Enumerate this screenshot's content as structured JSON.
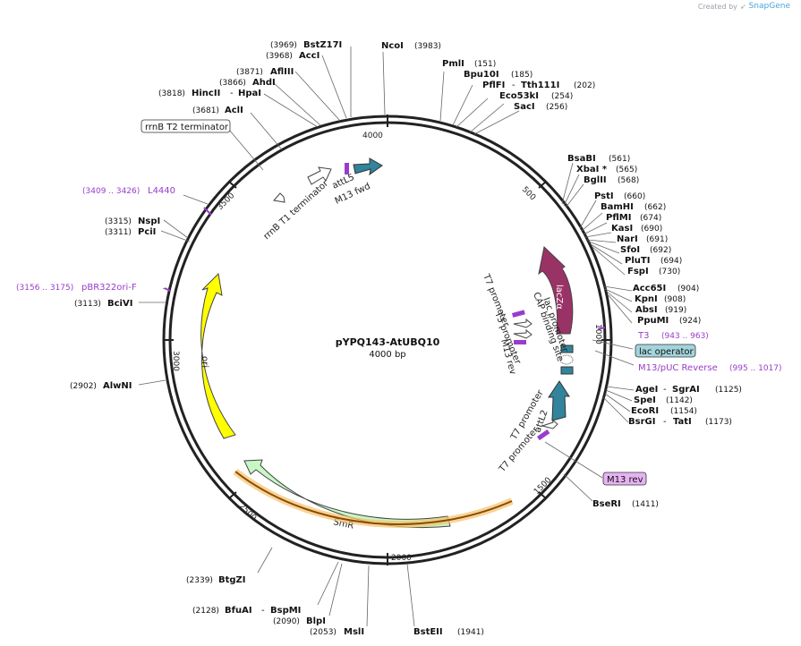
{
  "header": {
    "credit_prefix": "Created by",
    "credit_brand": "SnapGene"
  },
  "plasmid": {
    "name": "pYPQ143-AtUBQ10",
    "length_label": "4000 bp",
    "length": 4000
  },
  "ticks": [
    "500",
    "1000",
    "1500",
    "2000",
    "2500",
    "3000",
    "3500",
    "4000"
  ],
  "sites": [
    {
      "name": "NcoI",
      "pos": "(3983)"
    },
    {
      "name": "PmlI",
      "pos": "(151)"
    },
    {
      "name": "Bpu10I",
      "pos": "(185)"
    },
    {
      "name": "PflFI",
      "extra": "Tth111I",
      "pos": "(202)"
    },
    {
      "name": "Eco53kI",
      "pos": "(254)"
    },
    {
      "name": "SacI",
      "pos": "(256)"
    },
    {
      "name": "BsaBI",
      "pos": "(561)"
    },
    {
      "name": "XbaI *",
      "pos": "(565)"
    },
    {
      "name": "BglII",
      "pos": "(568)"
    },
    {
      "name": "PstI",
      "pos": "(660)"
    },
    {
      "name": "BamHI",
      "pos": "(662)"
    },
    {
      "name": "PflMI",
      "pos": "(674)"
    },
    {
      "name": "KasI",
      "pos": "(690)"
    },
    {
      "name": "NarI",
      "pos": "(691)"
    },
    {
      "name": "SfoI",
      "pos": "(692)"
    },
    {
      "name": "PluTI",
      "pos": "(694)"
    },
    {
      "name": "FspI",
      "pos": "(730)"
    },
    {
      "name": "Acc65I",
      "pos": "(904)"
    },
    {
      "name": "KpnI",
      "pos": "(908)"
    },
    {
      "name": "AbsI",
      "pos": "(919)"
    },
    {
      "name": "PpuMI",
      "pos": "(924)"
    },
    {
      "name": "AgeI",
      "extra": "SgrAI",
      "pos": "(1125)"
    },
    {
      "name": "SpeI",
      "pos": "(1142)"
    },
    {
      "name": "EcoRI",
      "pos": "(1154)"
    },
    {
      "name": "BsrGI",
      "extra": "TatI",
      "pos": "(1173)"
    },
    {
      "name": "BseRI",
      "pos": "(1411)"
    },
    {
      "name": "BstEII",
      "pos": "(1941)"
    },
    {
      "name": "MslI",
      "pos": "(2053)"
    },
    {
      "name": "BlpI",
      "pos": "(2090)"
    },
    {
      "name": "BfuAI",
      "extra": "BspMI",
      "pos": "(2128)"
    },
    {
      "name": "BtgZI",
      "pos": "(2339)"
    },
    {
      "name": "AlwNI",
      "pos": "(2902)"
    },
    {
      "name": "BciVI",
      "pos": "(3113)"
    },
    {
      "name": "PciI",
      "pos": "(3311)"
    },
    {
      "name": "NspI",
      "pos": "(3315)"
    },
    {
      "name": "AclI",
      "pos": "(3681)"
    },
    {
      "name": "HincII",
      "extra": "HpaI",
      "pos": "(3818)"
    },
    {
      "name": "AhdI",
      "pos": "(3866)"
    },
    {
      "name": "AflIII",
      "pos": "(3871)"
    },
    {
      "name": "AccI",
      "pos": "(3968)"
    },
    {
      "name": "BstZ17I",
      "pos": "(3969)"
    }
  ],
  "primers": [
    {
      "name": "L4440",
      "range": "(3409 .. 3426)"
    },
    {
      "name": "pBR322ori-F",
      "range": "(3156 .. 3175)"
    },
    {
      "name": "T3",
      "range": "(943 .. 963)"
    },
    {
      "name": "M13/pUC Reverse",
      "range": "(995 .. 1017)"
    }
  ],
  "boxed_labels": {
    "rrnb_t2": "rrnB T2 terminator",
    "lac_operator": "lac operator",
    "m13_rev": "M13 rev"
  },
  "features": {
    "ori": "ori",
    "smr": "SmR",
    "lacz": "lacZα",
    "attl5": "attL5",
    "m13fwd": "M13 fwd",
    "rrnb_t1": "rrnB T1 terminator",
    "t7_promoter": "T7 promoter",
    "t3_promoter": "T3 promoter",
    "m13rev": "M13 rev",
    "lac_promoter": "lac promoter",
    "cap_site": "CAP binding site",
    "attl2": "attL2"
  },
  "colors": {
    "ori": "#ffff00",
    "smr": "#c8f7c5",
    "lacz": "#993366",
    "att": "#31849b",
    "primer": "#993ccc",
    "lac_operator_box": "#a3d4dc",
    "m13_box": "#e6b3f2",
    "backbone": "#222222"
  }
}
